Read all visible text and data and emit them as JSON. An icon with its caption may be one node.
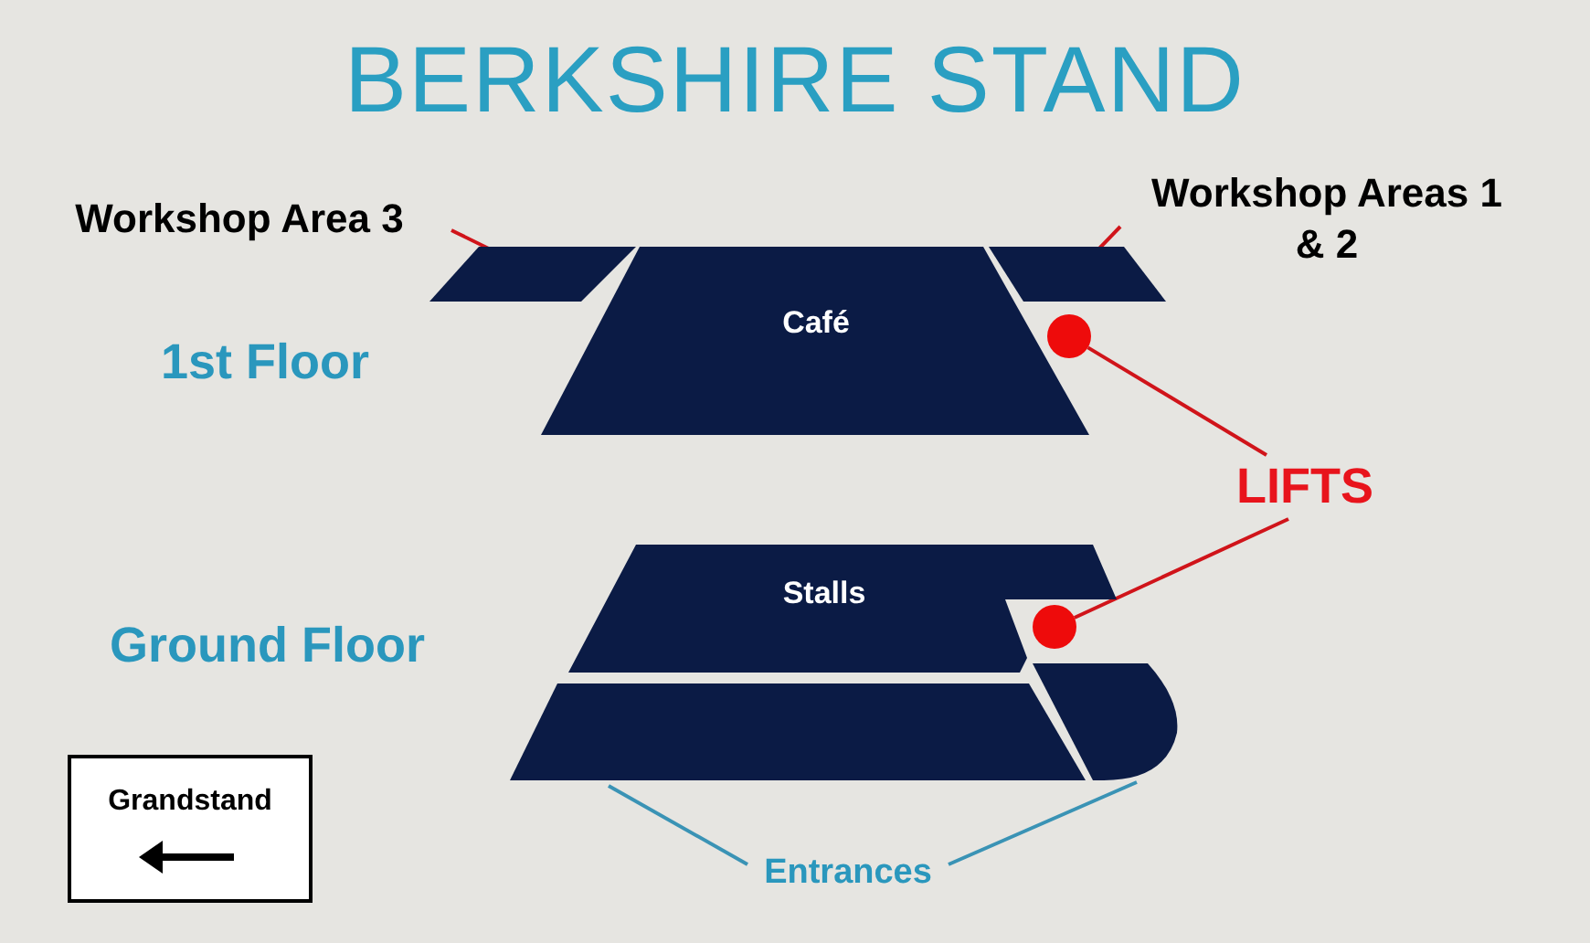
{
  "diagram": {
    "title": "BERKSHIRE STAND",
    "nodes": [
      {
        "text": [
          "Workshop Area 3"
        ]
      },
      {
        "text": [
          "Workshop Areas 1 & 2"
        ]
      },
      {
        "text": [],
        "shape": "box"
      },
      {
        "text": [
          "Café"
        ]
      },
      {
        "text": [],
        "shape": "box"
      },
      {
        "text": [],
        "shape": "circle"
      },
      {
        "text": [
          "LIFTS"
        ]
      },
      {
        "text": [
          "Stalls"
        ]
      },
      {
        "text": [],
        "shape": "circle"
      },
      {
        "text": [],
        "shape": "box"
      },
      {
        "text": [],
        "shape": "box"
      },
      {
        "text": [
          "Entrances"
        ]
      },
      {
        "text": [
          "Grandstand"
        ]
      }
    ],
    "edges": [
      {
        "from": 0,
        "to": 2,
        "arrow": "none"
      },
      {
        "from": 1,
        "to": 4,
        "arrow": "none"
      },
      {
        "from": 6,
        "to": 5,
        "arrow": "none"
      },
      {
        "from": 6,
        "to": 8,
        "arrow": "none"
      },
      {
        "from": 11,
        "to": 9,
        "arrow": "none",
        "color": "#3a93b5"
      },
      {
        "from": 11,
        "to": 10,
        "arrow": "none",
        "color": "#3a93b5"
      }
    ],
    "labels": [
      "1st Floor",
      "Ground Floor"
    ]
  }
}
